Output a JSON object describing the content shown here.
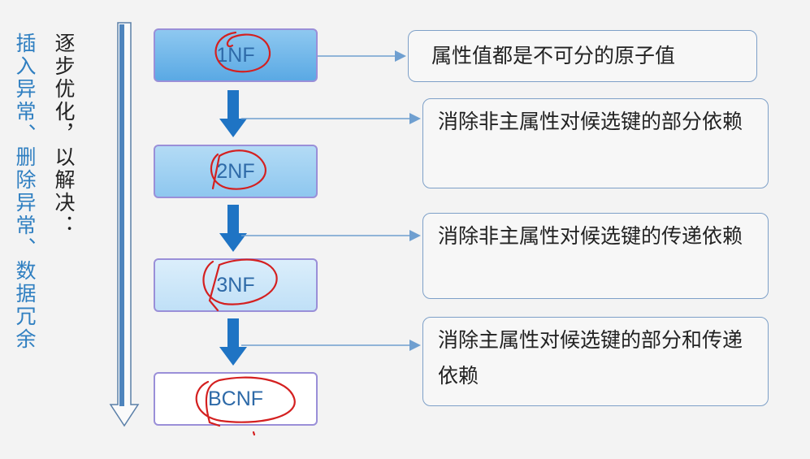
{
  "left_labels": {
    "blue": "插入异常、删除异常、数据冗余",
    "black": "逐步优化，以解决："
  },
  "levels": [
    {
      "label": "1NF",
      "description": "属性值都是不可分的原子值"
    },
    {
      "label": "2NF",
      "description": "消除非主属性对候选键的部分依赖"
    },
    {
      "label": "3NF",
      "description": "消除非主属性对候选键的传递依赖"
    },
    {
      "label": "BCNF",
      "description": "消除主属性对候选键的部分和传递依赖"
    }
  ],
  "colors": {
    "arrow": "#1f74c4",
    "box_border": "#9a8fd8",
    "annotation": "#d42020"
  }
}
